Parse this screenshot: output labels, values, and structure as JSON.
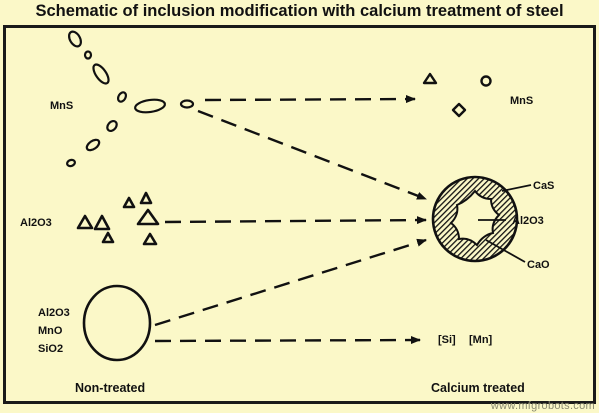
{
  "title": "Schematic of inclusion modification with calcium treatment of steel",
  "labels": {
    "mns_left": "MnS",
    "mns_right": "MnS",
    "al2o3_left": "Al2O3",
    "oxides_line1": "Al2O3",
    "oxides_line2": "MnO",
    "oxides_line3": "SiO2",
    "cas": "CaS",
    "al2o3_right": "Al2O3",
    "cao": "CaO",
    "si": "[Si]",
    "mn": "[Mn]",
    "non_treated": "Non-treated",
    "calcium_treated": "Calcium treated"
  },
  "watermark": "www.mfgrobots.com",
  "colors": {
    "background": "#fbf8c8",
    "ink": "#111111"
  }
}
